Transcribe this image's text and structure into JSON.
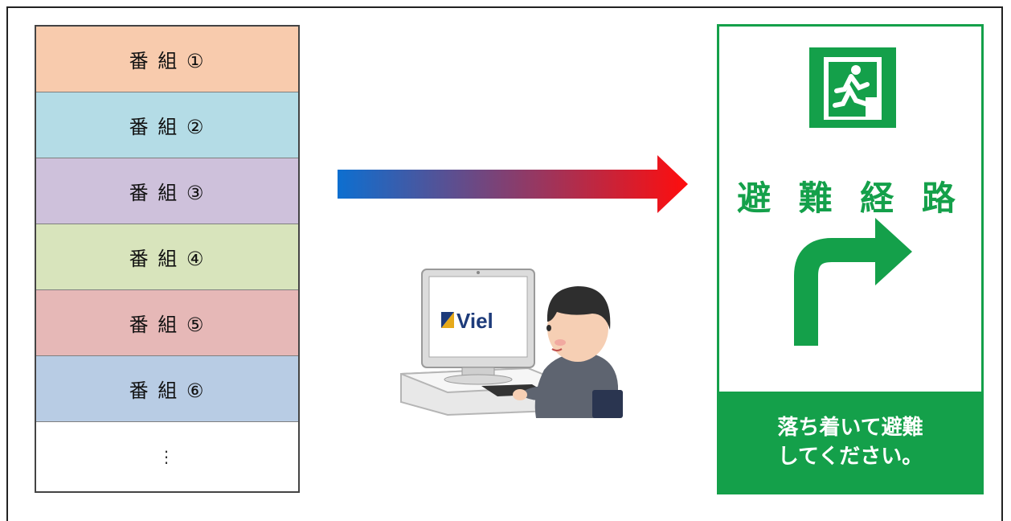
{
  "programs": [
    {
      "label": "番 組 ①",
      "color": "#f8cbad"
    },
    {
      "label": "番 組 ②",
      "color": "#b4dce6"
    },
    {
      "label": "番 組 ③",
      "color": "#cec1db"
    },
    {
      "label": "番 組 ④",
      "color": "#d8e4bc"
    },
    {
      "label": "番 組 ⑤",
      "color": "#e6b8b7"
    },
    {
      "label": "番 組 ⑥",
      "color": "#b8cce4"
    }
  ],
  "more_label": "⋮",
  "arrow": {
    "from_color": "#0d6fd0",
    "to_color": "#ff0d0d"
  },
  "illustration": {
    "brand_text": "Viel"
  },
  "sign": {
    "title": "避 難 経 路",
    "message_line1": "落ち着いて避難",
    "message_line2": "してください。",
    "color": "#14a04a"
  }
}
